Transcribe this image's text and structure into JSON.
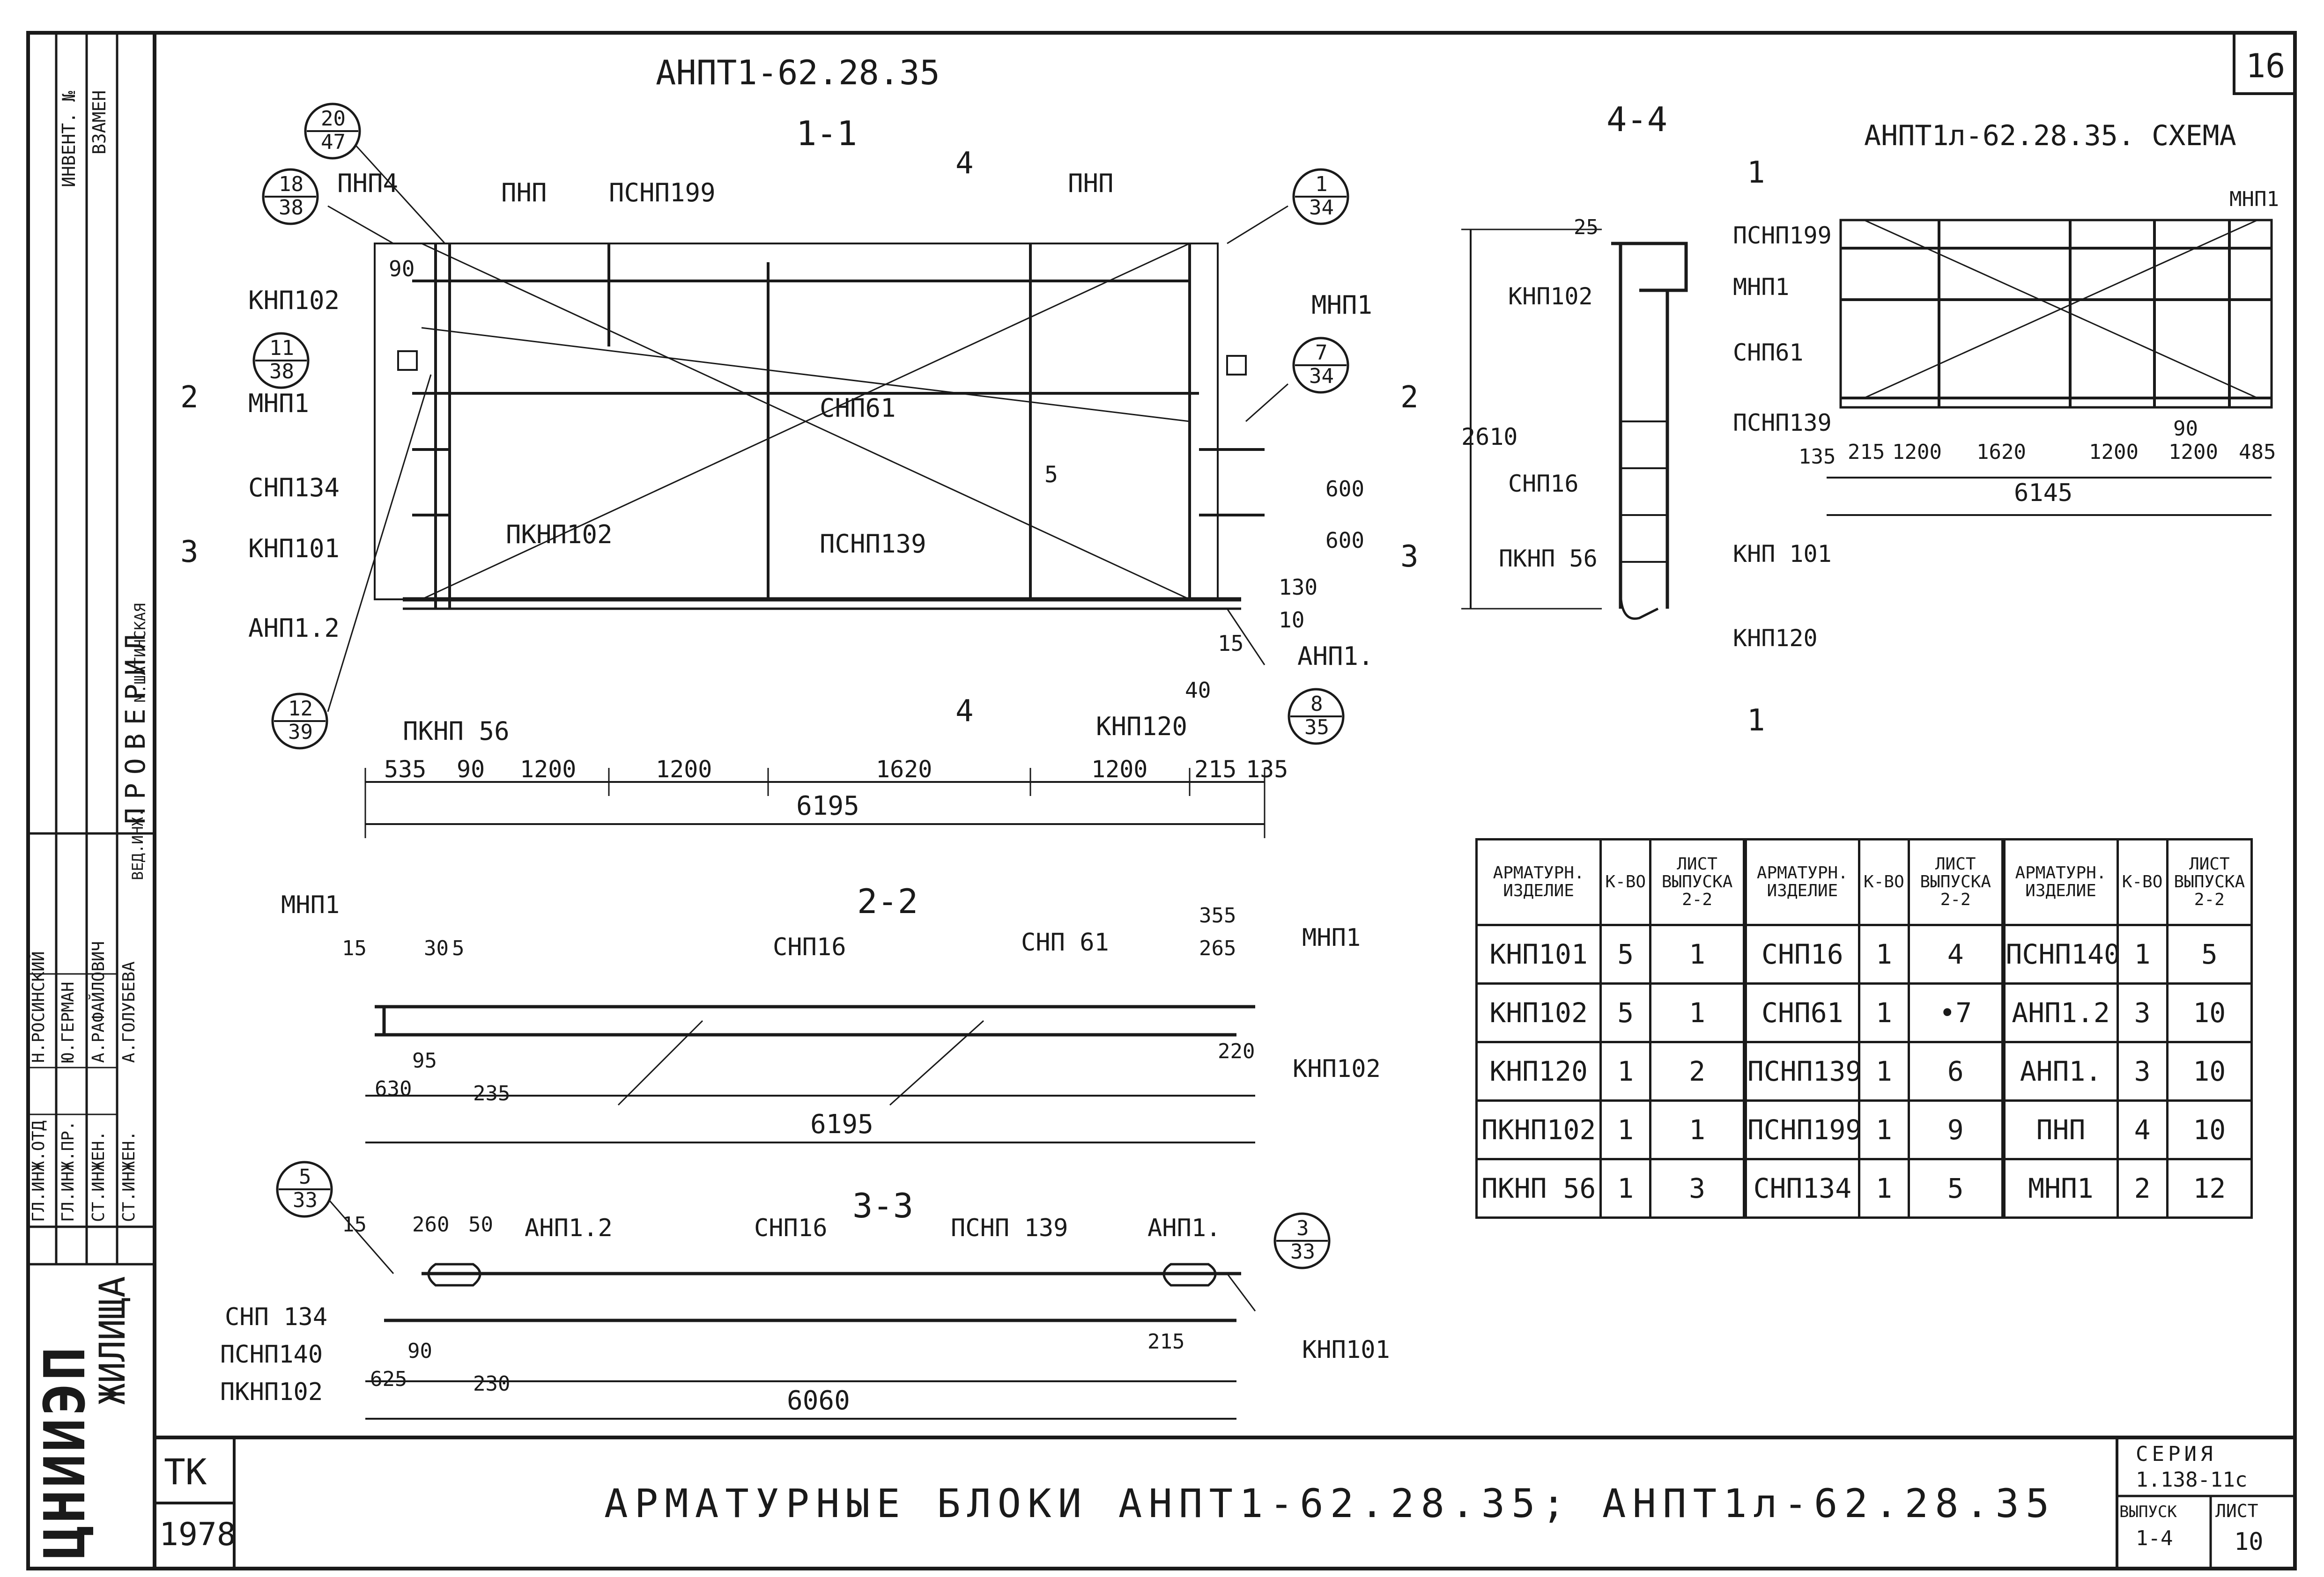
{
  "sheet": {
    "page_number": "16",
    "main_title": "АНПТ1-62.28.35",
    "title_alt": "АНПТ1л-62.28.35. СХЕМА",
    "bottom_title": "АРМАТУРНЫЕ БЛОКИ АНПТ1-62.28.35; АНПТ1л-62.28.35",
    "stamp_tk": "ТК",
    "stamp_year": "1978",
    "series_label": "СЕРИЯ",
    "series_value": "1.138-11с",
    "issue_label": "ВЫПУСК",
    "issue_value": "1-4",
    "list_label": "ЛИСТ",
    "list_value": "10",
    "org_name": "ЦНИИЭП",
    "org_sub": "ЖИЛИЩА",
    "checked_label": "ПРОВЕРИЛ",
    "top_side_labels": [
      "ИНВЕНТ. №",
      "ВЗАМЕН"
    ],
    "staff": [
      {
        "role": "ГЛ.ИНЖ.ОТД",
        "name": "Н.РОСИНСКИЙ"
      },
      {
        "role": "ГЛ.ИНЖ.ПР.",
        "name": "Ю.ГЕРМАН"
      },
      {
        "role": "СТ.ИНЖЕН.",
        "name": "А.РАФАЙЛОВИЧ"
      },
      {
        "role": "СТ.ИНЖЕН.",
        "name": "А.ГОЛУБЕВА"
      },
      {
        "role": "ВЕД.ИНЖ.",
        "name": "М.ШАТИНСКАЯ"
      }
    ]
  },
  "section_1_1": {
    "title": "1-1",
    "cut_marks": [
      "2",
      "2",
      "3",
      "3",
      "4",
      "4"
    ],
    "callouts": [
      {
        "top": "20",
        "bottom": "47"
      },
      {
        "top": "18",
        "bottom": "38"
      },
      {
        "top": "11",
        "bottom": "38"
      },
      {
        "top": "12",
        "bottom": "39"
      },
      {
        "top": "1",
        "bottom": "34"
      },
      {
        "top": "7",
        "bottom": "34"
      },
      {
        "top": "8",
        "bottom": "35"
      }
    ],
    "labels": [
      "ПНП4",
      "ПНП",
      "ПСНП199",
      "ПНП",
      "МНП1",
      "КНП102",
      "МНП1",
      "СНП61",
      "СНП134",
      "ПКНП102",
      "ПСНП139",
      "КНП101",
      "АНП1.2",
      "ПКНП 56",
      "КНП120",
      "АНП1.",
      "5"
    ],
    "dims_vertical": [
      "90",
      "600",
      "600",
      "130",
      "10"
    ],
    "dims_small": [
      "40",
      "15"
    ],
    "dims_bottom": [
      "535",
      "90",
      "1200",
      "1200",
      "1620",
      "1200",
      "215",
      "135"
    ],
    "dim_total": "6195"
  },
  "section_2_2": {
    "title": "2-2",
    "labels": [
      "МНП1",
      "СНП16",
      "СНП 61",
      "МНП1",
      "КНП102"
    ],
    "dims": [
      "15",
      "30",
      "5",
      "355",
      "265",
      "95",
      "630",
      "235",
      "220"
    ],
    "dim_total": "6195"
  },
  "section_3_3": {
    "title": "3-3",
    "callouts": [
      {
        "top": "5",
        "bottom": "33"
      },
      {
        "top": "3",
        "bottom": "33"
      }
    ],
    "labels": [
      "АНП1.2",
      "СНП16",
      "ПСНП 139",
      "АНП1.",
      "СНП 134",
      "ПСНП140",
      "ПКНП102",
      "КНП101"
    ],
    "dims": [
      "15",
      "260",
      "50",
      "90",
      "625",
      "230",
      "215"
    ],
    "dim_total": "6060"
  },
  "section_4_4": {
    "title": "4-4",
    "labels": [
      "ПСНП199",
      "КНП102",
      "МНП1",
      "СНП61",
      "ПСНП139",
      "СНП16",
      "ПКНП 56",
      "КНП 101",
      "КНП120"
    ],
    "dims": [
      "25",
      "2610"
    ],
    "cut_marks": [
      "1",
      "1"
    ]
  },
  "scheme": {
    "labels": [
      "МНП1"
    ],
    "dims_bottom": [
      "135",
      "215",
      "1200",
      "1620",
      "1200",
      "1200",
      "90",
      "485"
    ],
    "dim_total": "6145"
  },
  "table": {
    "headers": [
      [
        "АРМАТУРН. ИЗДЕЛИЕ",
        "К-ВО",
        "ЛИСТ ВЫПУСКА 2-2"
      ],
      [
        "АРМАТУРН. ИЗДЕЛИЕ",
        "К-ВО",
        "ЛИСТ ВЫПУСКА 2-2"
      ],
      [
        "АРМАТУРН. ИЗДЕЛИЕ",
        "К-ВО",
        "ЛИСТ ВЫПУСКА 2-2"
      ]
    ],
    "rows": [
      [
        "КНП101",
        "5",
        "1",
        "СНП16",
        "1",
        "4",
        "ПСНП140",
        "1",
        "5"
      ],
      [
        "КНП102",
        "5",
        "1",
        "СНП61",
        "1",
        "•7",
        "АНП1.2",
        "3",
        "10"
      ],
      [
        "КНП120",
        "1",
        "2",
        "ПСНП139",
        "1",
        "6",
        "АНП1.",
        "3",
        "10"
      ],
      [
        "ПКНП102",
        "1",
        "1",
        "ПСНП199",
        "1",
        "9",
        "ПНП",
        "4",
        "10"
      ],
      [
        "ПКНП 56",
        "1",
        "3",
        "СНП134",
        "1",
        "5",
        "МНП1",
        "2",
        "12"
      ]
    ]
  }
}
